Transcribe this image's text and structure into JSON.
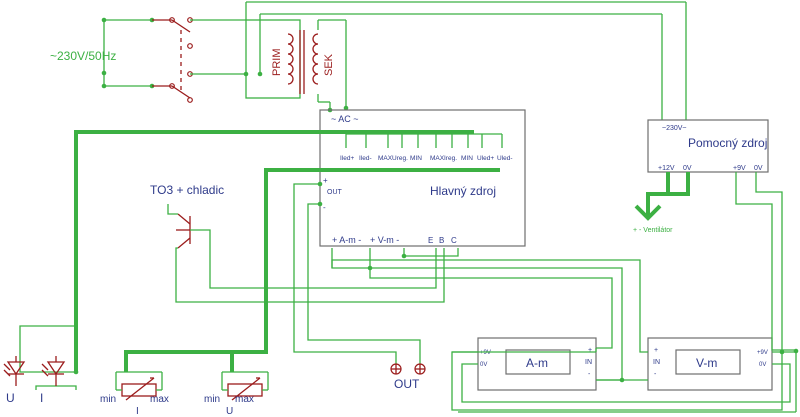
{
  "mains_label": "~230V/50Hz",
  "transformer": {
    "primary": "PRIM",
    "secondary": "SEK"
  },
  "main_psu": {
    "title": "Hlavný zdroj",
    "ac": "~ AC ~",
    "pins": [
      "Iled+",
      "Iled-",
      "MAX",
      "Ureg.",
      "MIN",
      "MAX",
      "Ireg.",
      "MIN",
      "Uled+",
      "Uled-"
    ],
    "out_plus": "+",
    "out_label": "OUT",
    "out_minus": "-",
    "am": "+ A-m -",
    "vm": "+ V-m -",
    "ebc": [
      "E",
      "B",
      "C"
    ]
  },
  "aux_psu": {
    "title": "Pomocný zdroj",
    "ac": "~230V~",
    "v12": "+12V",
    "v0a": "0V",
    "v9": "+9V",
    "v0b": "0V"
  },
  "fan_label": "+ - Ventilátor",
  "transistor_label": "TO3 + chladic",
  "ammeter": {
    "title": "A-m",
    "pwr_plus": "+9V",
    "pwr_zero": "0V",
    "in_plus": "+",
    "in": "IN",
    "in_minus": "-"
  },
  "voltmeter": {
    "title": "V-m",
    "in_plus": "+",
    "in": "IN",
    "in_minus": "-",
    "pwr_plus": "+9V",
    "pwr_zero": "0V"
  },
  "output_terminals": {
    "plus": "⊕",
    "minus": "⊕",
    "label": "OUT"
  },
  "leds": {
    "u": "U",
    "i": "I"
  },
  "pot_i": {
    "min": "min",
    "max": "max",
    "label": "I"
  },
  "pot_u": {
    "min": "min",
    "max": "max",
    "label": "U"
  },
  "colors": {
    "wire": "#3cb043",
    "label": "#2e3a8a",
    "component": "#9b1c1c",
    "block": "#6f6f6f"
  }
}
